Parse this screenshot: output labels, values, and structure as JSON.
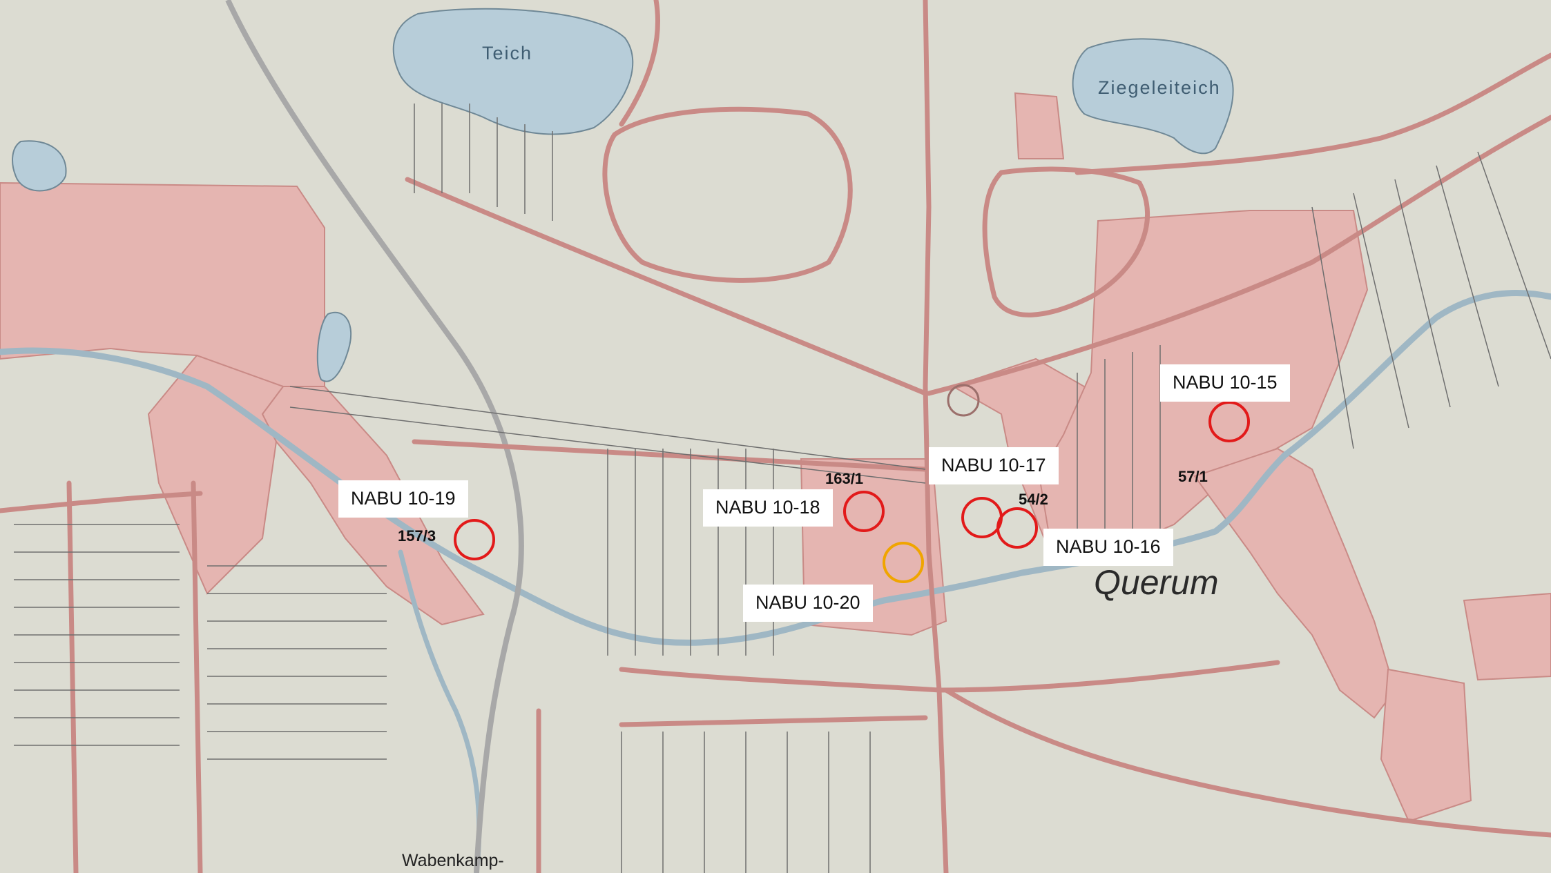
{
  "map": {
    "colors": {
      "paper": "#dcdcd2",
      "highlight_area": "#e5b5b1",
      "street": "#c98a86",
      "water": "#b7cdd9",
      "stream": "#9fb7c4",
      "railway": "#a8a8a8",
      "building_outline": "#6e6e6e",
      "marker_red": "#e21a1a",
      "marker_orange": "#f0a500",
      "callout_background": "#ffffff"
    },
    "place_labels": {
      "teich": "Teich",
      "ziegeleiteich": "Ziegeleiteich",
      "querum": "Querum",
      "wabenkamp": "Wabenkamp-"
    },
    "callouts": [
      {
        "id": "nabu-10-15",
        "label": "NABU 10-15"
      },
      {
        "id": "nabu-10-16",
        "label": "NABU 10-16"
      },
      {
        "id": "nabu-10-17",
        "label": "NABU 10-17"
      },
      {
        "id": "nabu-10-18",
        "label": "NABU 10-18"
      },
      {
        "id": "nabu-10-19",
        "label": "NABU 10-19"
      },
      {
        "id": "nabu-10-20",
        "label": "NABU 10-20"
      }
    ],
    "parcel_numbers": {
      "p_163_1": "163/1",
      "p_54_2": "54/2",
      "p_57_1": "57/1",
      "p_157_3": "157/3"
    },
    "markers": [
      {
        "id": "marker-nabu-10-15",
        "color": "red"
      },
      {
        "id": "marker-nabu-10-16",
        "color": "red"
      },
      {
        "id": "marker-nabu-10-17",
        "color": "red"
      },
      {
        "id": "marker-nabu-10-18",
        "color": "red"
      },
      {
        "id": "marker-nabu-10-19",
        "color": "red"
      },
      {
        "id": "marker-nabu-10-20",
        "color": "orange"
      }
    ]
  }
}
